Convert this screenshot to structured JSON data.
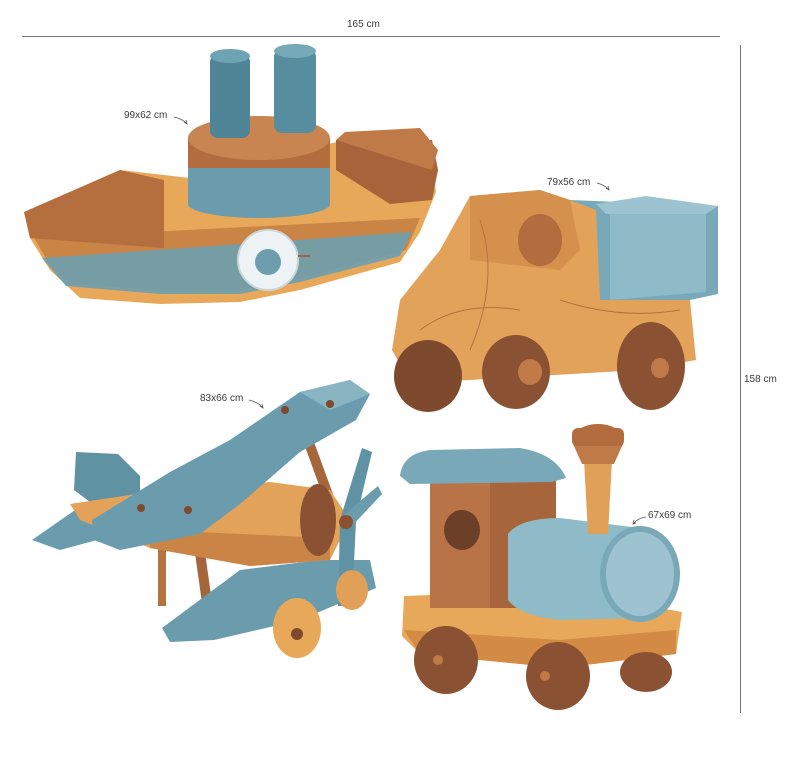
{
  "dimensions": {
    "total_width": "165 cm",
    "total_height": "158 cm"
  },
  "items": [
    {
      "id": "boat",
      "size": "99x62 cm"
    },
    {
      "id": "truck",
      "size": "79x56 cm"
    },
    {
      "id": "plane",
      "size": "83x66 cm"
    },
    {
      "id": "train",
      "size": "67x69 cm"
    }
  ],
  "palette": {
    "wood_light": "#e8a85a",
    "wood_mid": "#d28a45",
    "wood_dark": "#8a5232",
    "blue": "#5f92a3",
    "blue_light": "#9cc3cf"
  }
}
